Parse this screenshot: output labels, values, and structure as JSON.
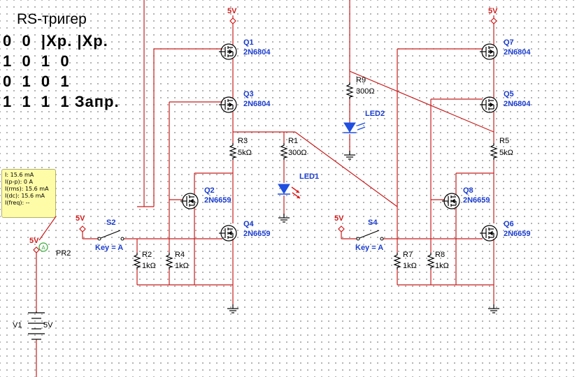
{
  "truth_table": {
    "title": "RS-тригер",
    "rows": [
      "0  0  |Хр. |Хр.",
      "1  0  1  0",
      "0  1  0  1",
      "1  1  1  1 Запр."
    ]
  },
  "probe": {
    "name": "PR2",
    "symbol": "A",
    "readings": [
      "I: 15.6 mA",
      "I(p-p): 0 A",
      "I(rms): 15.6 mA",
      "I(dc): 15.6 mA",
      "I(freq): --"
    ]
  },
  "battery": {
    "name": "V1",
    "value": "5V"
  },
  "supply_label": "5V",
  "mosfets": [
    {
      "ref": "Q1",
      "part": "2N6804"
    },
    {
      "ref": "Q3",
      "part": "2N6804"
    },
    {
      "ref": "Q2",
      "part": "2N6659"
    },
    {
      "ref": "Q4",
      "part": "2N6659"
    },
    {
      "ref": "Q7",
      "part": "2N6804"
    },
    {
      "ref": "Q5",
      "part": "2N6804"
    },
    {
      "ref": "Q8",
      "part": "2N6659"
    },
    {
      "ref": "Q6",
      "part": "2N6659"
    }
  ],
  "resistors": [
    {
      "ref": "R3",
      "value": "5kΩ"
    },
    {
      "ref": "R1",
      "value": "300Ω"
    },
    {
      "ref": "R2",
      "value": "1kΩ"
    },
    {
      "ref": "R4",
      "value": "1kΩ"
    },
    {
      "ref": "R9",
      "value": "300Ω"
    },
    {
      "ref": "R5",
      "value": "5kΩ"
    },
    {
      "ref": "R7",
      "value": "1kΩ"
    },
    {
      "ref": "R8",
      "value": "1kΩ"
    }
  ],
  "leds": [
    {
      "ref": "LED1"
    },
    {
      "ref": "LED2"
    }
  ],
  "switches": [
    {
      "ref": "S2",
      "key": "Key = A"
    },
    {
      "ref": "S4",
      "key": "Key = A"
    }
  ],
  "colors": {
    "wire": "#c81e1e",
    "label_blue": "#1a3ccf",
    "supply_red": "#d01c1c",
    "led_blue": "#1f4fe0",
    "probe_bg": "#fffca8"
  }
}
